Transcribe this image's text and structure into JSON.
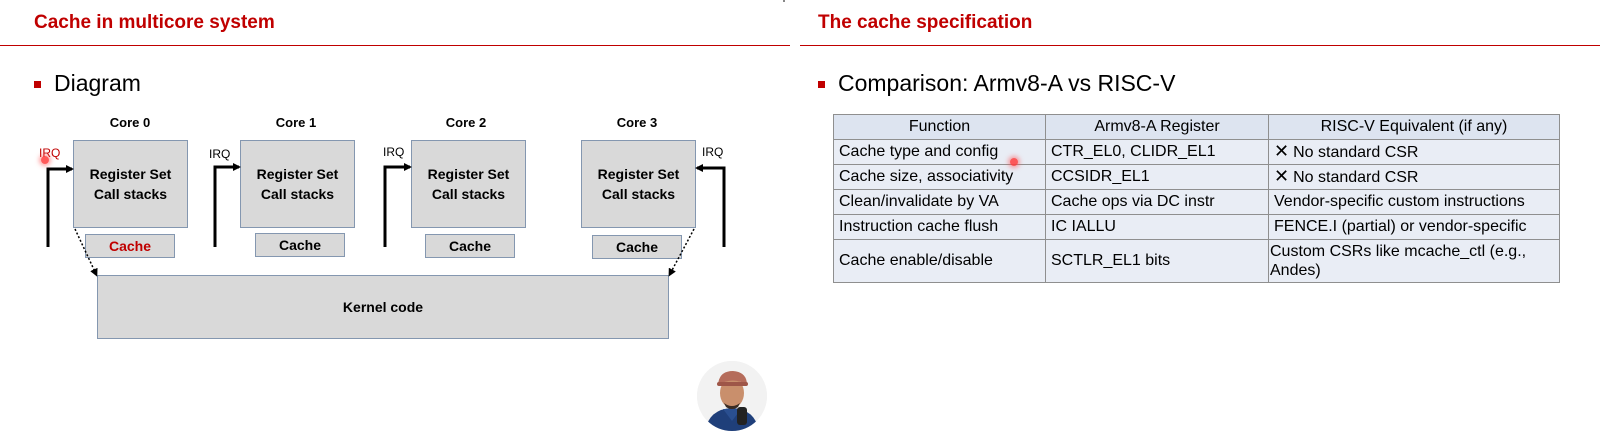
{
  "left_slide": {
    "title": "Cache in multicore system",
    "bullet": "Diagram",
    "cores": [
      {
        "label": "Core 0",
        "line1": "Register Set",
        "line2": "Call stacks",
        "cache": "Cache",
        "irq": "IRQ"
      },
      {
        "label": "Core 1",
        "line1": "Register Set",
        "line2": "Call stacks",
        "cache": "Cache",
        "irq": "IRQ"
      },
      {
        "label": "Core 2",
        "line1": "Register Set",
        "line2": "Call stacks",
        "cache": "Cache",
        "irq": "IRQ"
      },
      {
        "label": "Core 3",
        "line1": "Register Set",
        "line2": "Call stacks",
        "cache": "Cache",
        "irq": "IRQ"
      }
    ],
    "kernel": "Kernel code",
    "colors": {
      "accent": "#c00000",
      "box_fill": "#d9d9d9",
      "box_border": "#8497b0"
    }
  },
  "right_slide": {
    "title": "The cache specification",
    "bullet": "Comparison: Armv8-A vs RISC-V",
    "table": {
      "headers": [
        "Function",
        "Armv8-A Register",
        "RISC-V Equivalent (if any)"
      ],
      "rows": [
        {
          "function": "Cache type and config",
          "arm": "CTR_EL0, CLIDR_EL1",
          "riscv": "No standard CSR",
          "riscv_icon": "x-mark-icon"
        },
        {
          "function": "Cache size, associativity",
          "arm": "CCSIDR_EL1",
          "riscv": "No standard CSR",
          "riscv_icon": "x-mark-icon"
        },
        {
          "function": "Clean/invalidate by VA",
          "arm": "Cache ops via DC instr",
          "riscv": "Vendor-specific custom instructions"
        },
        {
          "function": "Instruction cache flush",
          "arm": "IC IALLU",
          "riscv": "FENCE.I (partial) or vendor-specific"
        },
        {
          "function": "Cache enable/disable",
          "arm": "SCTLR_EL1 bits",
          "riscv": "Custom CSRs like mcache_ctl (e.g., Andes)"
        }
      ]
    }
  }
}
